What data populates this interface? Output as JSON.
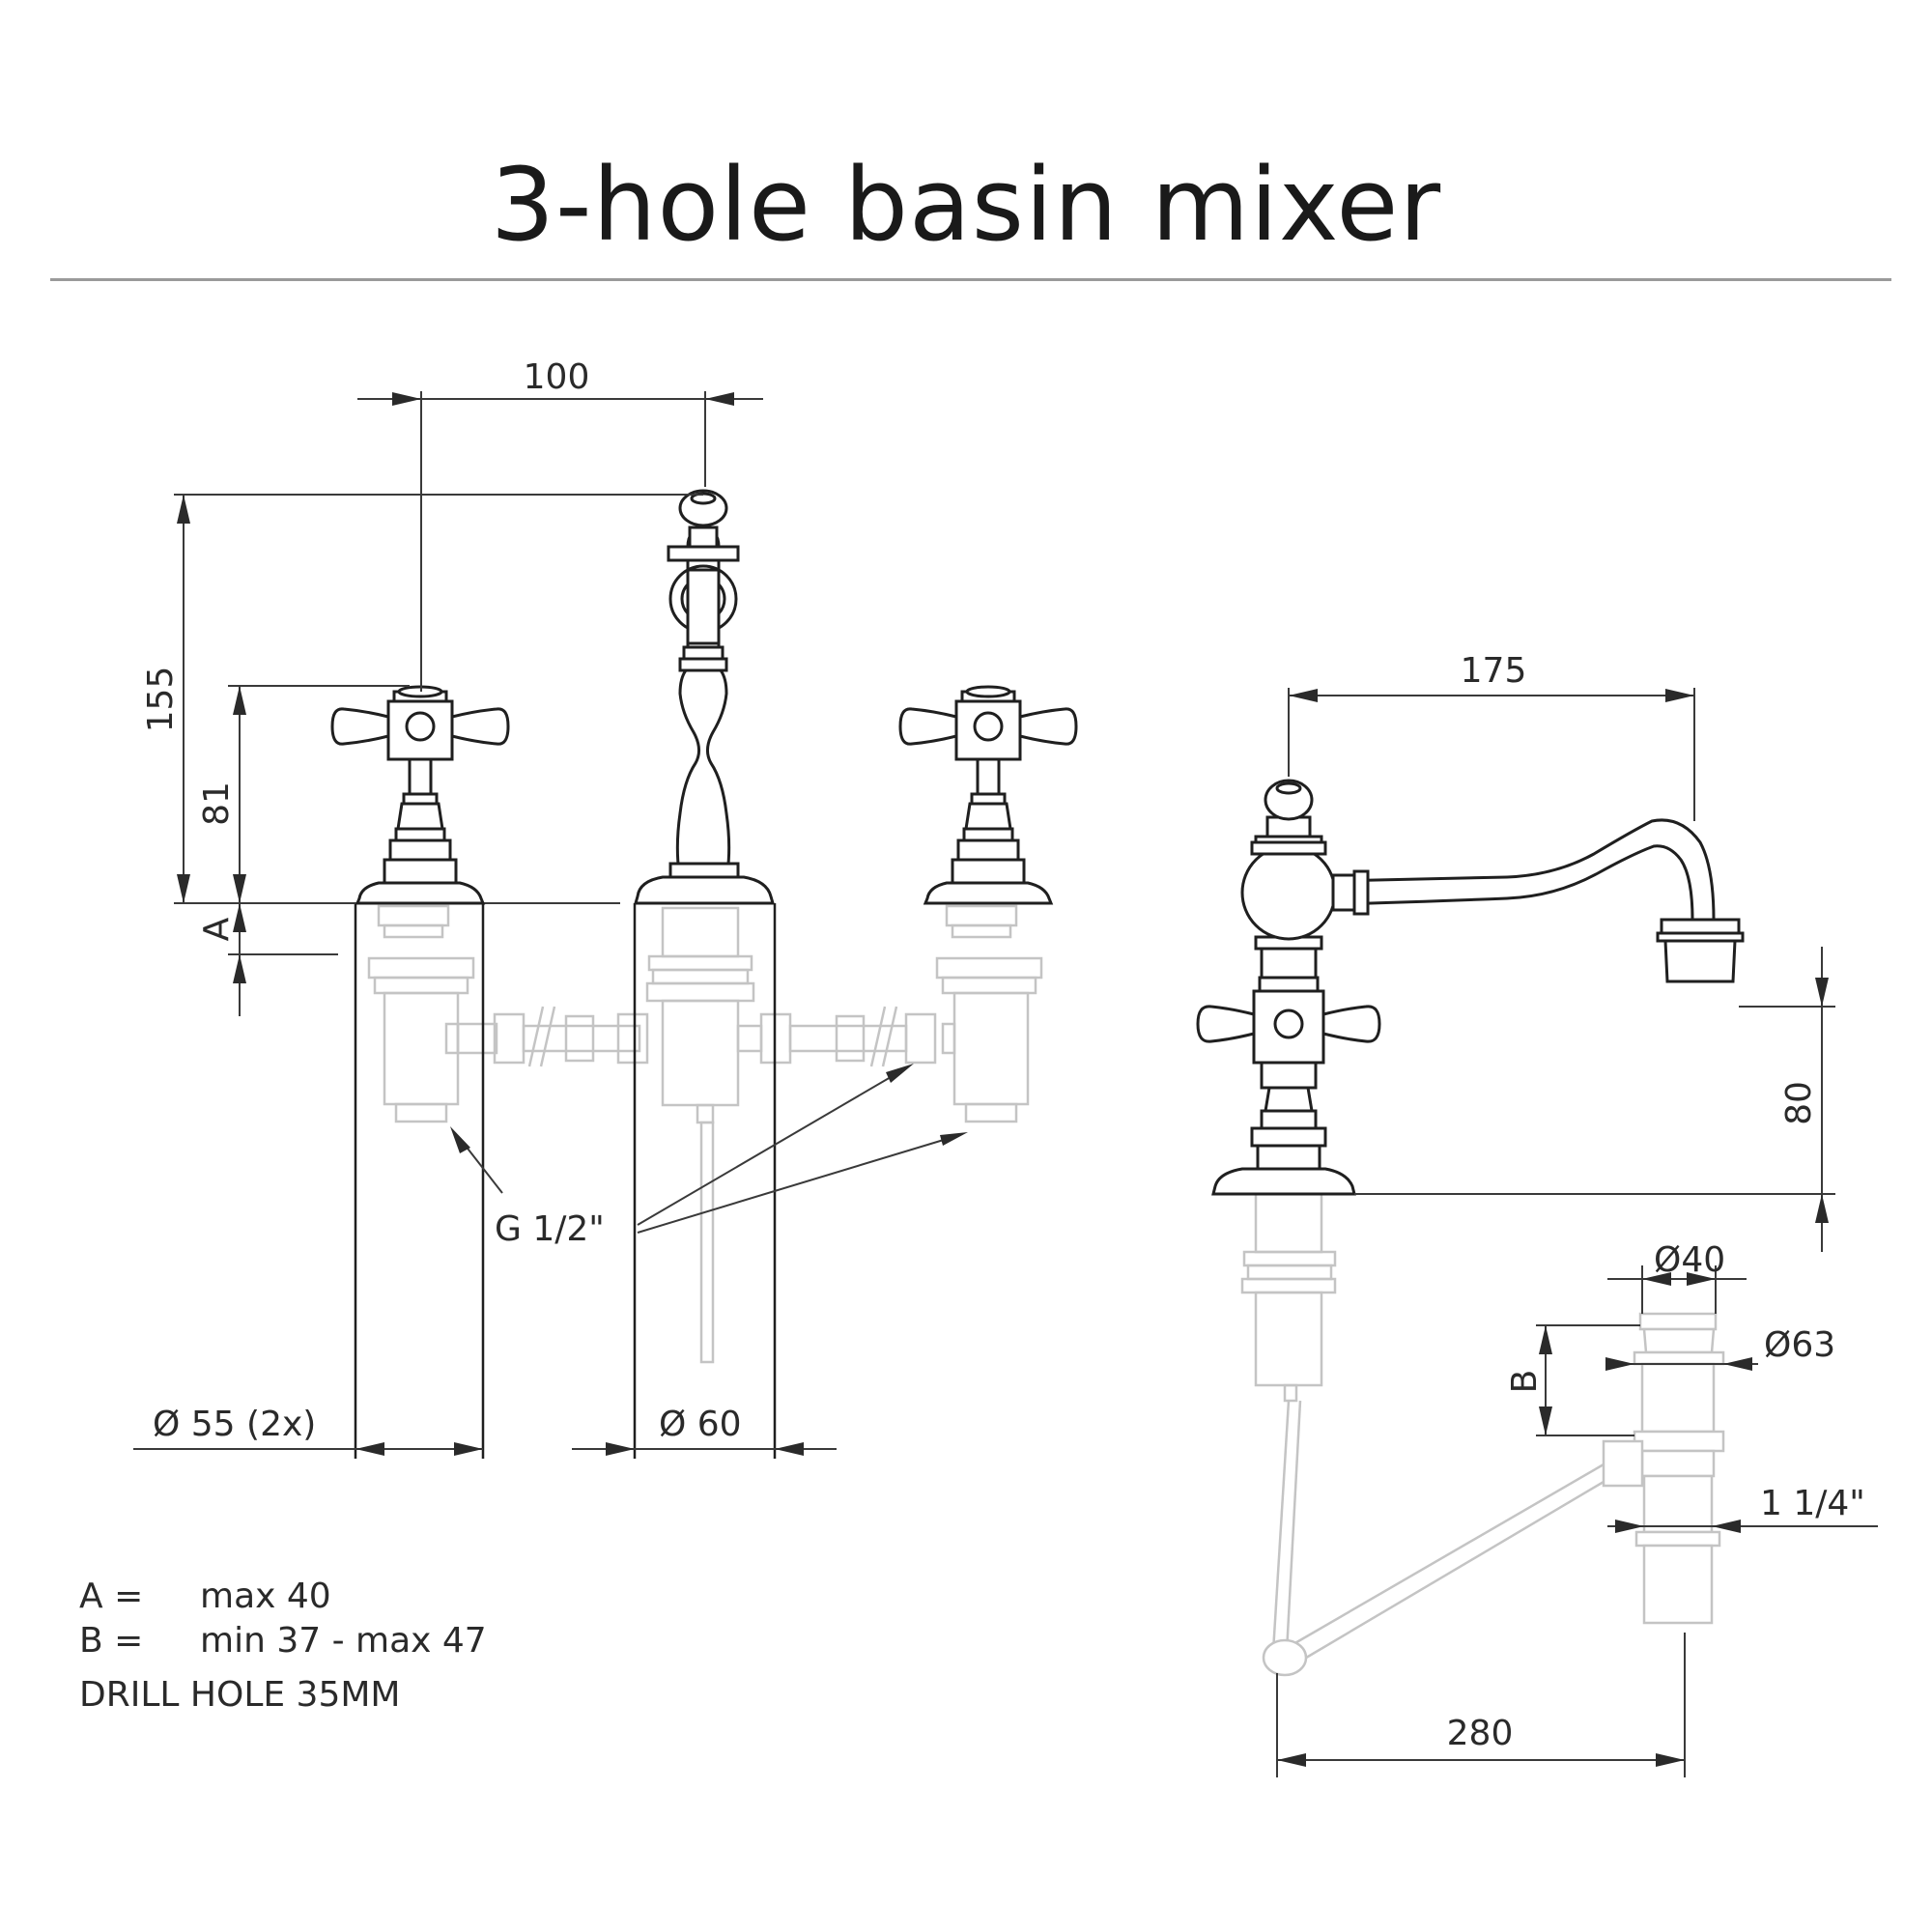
{
  "title": "3-hole basin mixer",
  "dimensions": {
    "handle_spacing": "100",
    "total_height": "155",
    "handle_height": "81",
    "deck_thickness_label": "A",
    "handle_base_diameter": "Ø 55 (2x)",
    "spout_base_diameter": "Ø 60",
    "thread": "G 1/2\"",
    "spout_projection": "175",
    "spout_clearance": "80",
    "waste_top_diameter": "Ø40",
    "waste_flange_diameter": "Ø63",
    "waste_adjust_label": "B",
    "waste_thread": "1 1/4\"",
    "rod_length": "280"
  },
  "notes": [
    {
      "key": "A =",
      "value": "max 40"
    },
    {
      "key": "B =",
      "value": "min 37 - max 47"
    }
  ],
  "drill_hole": "DRILL HOLE 35MM"
}
